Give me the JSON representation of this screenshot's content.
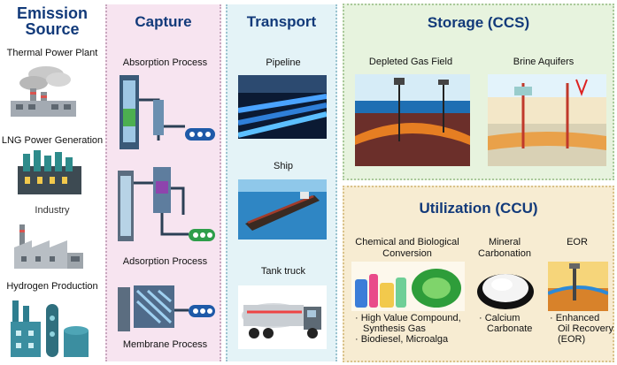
{
  "emission": {
    "title_line1": "Emission",
    "title_line2": "Source",
    "items": [
      "Thermal Power Plant",
      "LNG Power Generation",
      "Industry",
      "Hydrogen Production"
    ]
  },
  "capture": {
    "title": "Capture",
    "processes": [
      "Absorption Process",
      "Adsorption Process",
      "Membrane Process"
    ]
  },
  "transport": {
    "title": "Transport",
    "modes": [
      "Pipeline",
      "Ship",
      "Tank truck"
    ]
  },
  "storage": {
    "title": "Storage (CCS)",
    "sites": [
      "Depleted Gas Field",
      "Brine Aquifers"
    ]
  },
  "utilization": {
    "title": "Utilization (CCU)",
    "col1_line1": "Chemical and Biological",
    "col1_line2": "Conversion",
    "col2_line1": "Mineral",
    "col2_line2": "Carbonation",
    "col3": "EOR",
    "bullets1": [
      "· High Value Compound, Synthesis Gas",
      "· Biodiesel, Microalga"
    ],
    "bullets2": [
      "· Calcium Carbonate"
    ],
    "bullets3": [
      "· Enhanced Oil Recovery (EOR)"
    ]
  },
  "colors": {
    "capture_bg": "#f7e4f0",
    "transport_bg": "#e4f3f7",
    "storage_bg": "#e7f3de",
    "utilization_bg": "#f7ecd2",
    "title": "#123a7a"
  }
}
